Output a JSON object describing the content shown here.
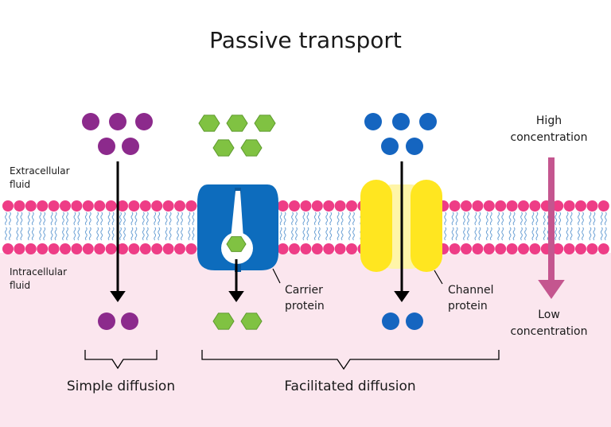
{
  "title": "Passive transport",
  "labels": {
    "extracellular": [
      "Extracellular",
      "fluid"
    ],
    "intracellular": [
      "Intracellular",
      "fluid"
    ],
    "carrier_protein": [
      "Carrier",
      "protein"
    ],
    "channel_protein": [
      "Channel",
      "protein"
    ],
    "high_concentration": [
      "High",
      "concentration"
    ],
    "low_concentration": [
      "Low",
      "concentration"
    ],
    "simple_diffusion": "Simple diffusion",
    "facilitated_diffusion": "Facilitated diffusion"
  },
  "colors": {
    "intracellular_bg": "#fbe6ee",
    "phospholipid_head": "#ee3d86",
    "phospholipid_tail": "#6fa3d6",
    "simple_molecule": "#8c2a8c",
    "facilitated_hexagon": "#80c242",
    "channel_molecule": "#1565c0",
    "carrier_protein": "#0d6cbd",
    "channel_protein": "#ffe620",
    "gradient_arrow": "#c4568f",
    "arrow": "#000000"
  },
  "molecules": {
    "simple_above": 5,
    "simple_below": 2,
    "carrier_above": 5,
    "carrier_inside": 1,
    "carrier_below": 2,
    "channel_above": 5,
    "channel_below": 2
  },
  "icons": {
    "simple_molecule": "circle",
    "carrier_molecule": "hexagon",
    "channel_molecule": "circle",
    "carrier_protein": "carrier-protein-icon",
    "channel_protein": "channel-protein-icon"
  }
}
